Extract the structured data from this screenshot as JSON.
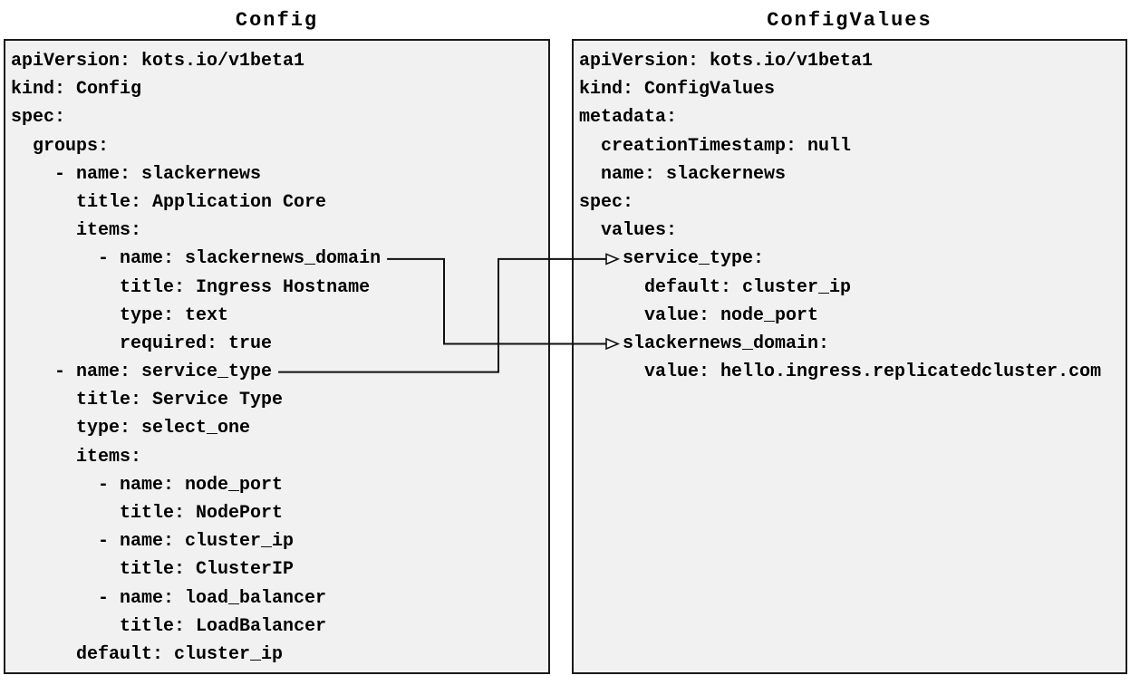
{
  "panels": [
    {
      "id": "left",
      "title": "Config",
      "lines": [
        "apiVersion: kots.io/v1beta1",
        "kind: Config",
        "spec:",
        "  groups:",
        "    - name: slackernews",
        "      title: Application Core",
        "      items:",
        "        - name: slackernews_domain",
        "          title: Ingress Hostname",
        "          type: text",
        "          required: true",
        "    - name: service_type",
        "      title: Service Type",
        "      type: select_one",
        "      items:",
        "        - name: node_port",
        "          title: NodePort",
        "        - name: cluster_ip",
        "          title: ClusterIP",
        "        - name: load_balancer",
        "          title: LoadBalancer",
        "      default: cluster_ip"
      ]
    },
    {
      "id": "right",
      "title": "ConfigValues",
      "lines": [
        "apiVersion: kots.io/v1beta1",
        "kind: ConfigValues",
        "metadata:",
        "  creationTimestamp: null",
        "  name: slackernews",
        "spec:",
        "  values:",
        "    service_type:",
        "      default: cluster_ip",
        "      value: node_port",
        "    slackernews_domain:",
        "      value: hello.ingress.replicatedcluster.com"
      ]
    }
  ],
  "connections": [
    {
      "name": "slackernews_domain",
      "from_panel": 0,
      "from_line": 8,
      "to_panel": 1,
      "to_line": 11
    },
    {
      "name": "service_type",
      "from_panel": 0,
      "from_line": 12,
      "to_panel": 1,
      "to_line": 8
    }
  ],
  "colors": {
    "page_bg": "#ffffff",
    "panel_bg": "#f1f1f1",
    "panel_border": "#1a1a1a",
    "text": "#000000",
    "arrow": "#111111",
    "arrowhead_fill": "#ffffff"
  }
}
